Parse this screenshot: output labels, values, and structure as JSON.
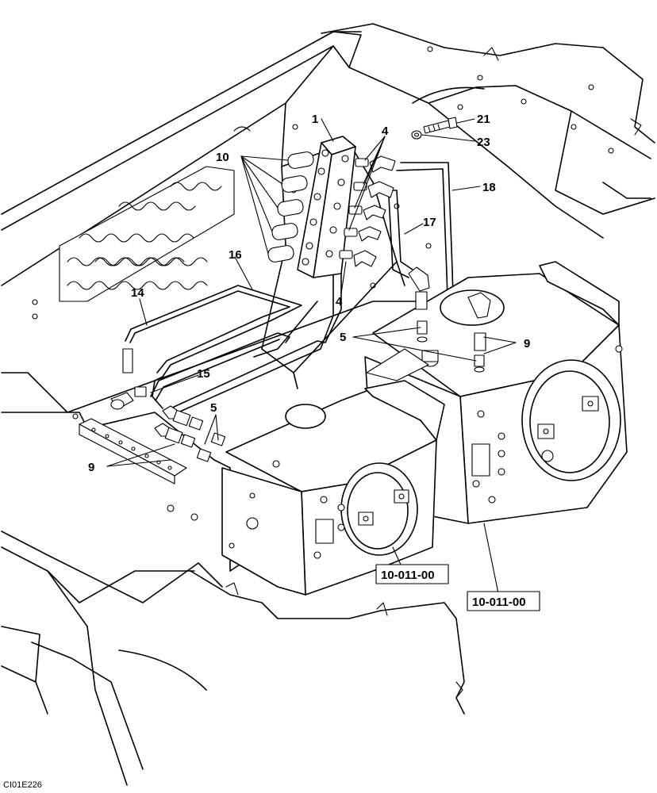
{
  "diagram": {
    "callouts": {
      "c1": "1",
      "c4a": "4",
      "c4b": "4",
      "c5a": "5",
      "c5b": "5",
      "c9a": "9",
      "c9b": "9",
      "c10": "10",
      "c14": "14",
      "c15": "15",
      "c16": "16",
      "c17": "17",
      "c18": "18",
      "c21": "21",
      "c23": "23"
    },
    "reference_boxes": [
      "10-011-00",
      "10-011-00"
    ],
    "drawing_code": "CI01E226"
  }
}
